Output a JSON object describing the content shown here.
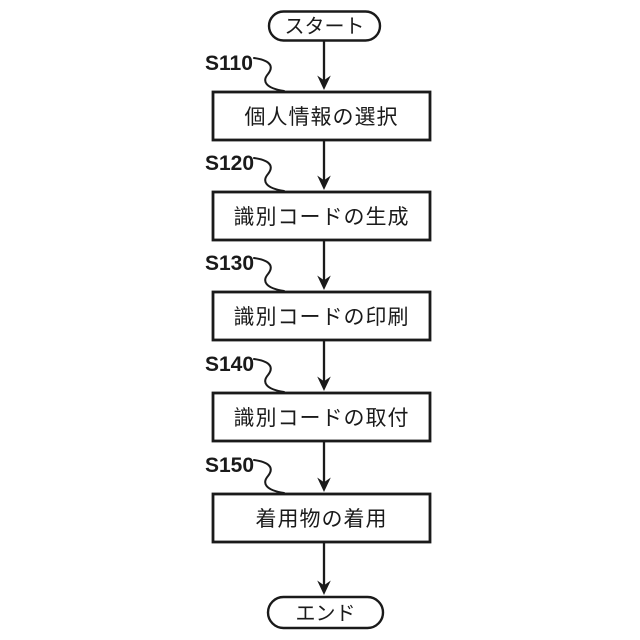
{
  "diagram": {
    "type": "flowchart",
    "start": {
      "label": "スタート"
    },
    "end": {
      "label": "エンド"
    },
    "steps": [
      {
        "id": "S110",
        "label": "個人情報の選択"
      },
      {
        "id": "S120",
        "label": "識別コードの生成"
      },
      {
        "id": "S130",
        "label": "識別コードの印刷"
      },
      {
        "id": "S140",
        "label": "識別コードの取付"
      },
      {
        "id": "S150",
        "label": "着用物の着用"
      }
    ],
    "colors": {
      "ink": "#1a1a1a",
      "background": "#ffffff"
    }
  }
}
